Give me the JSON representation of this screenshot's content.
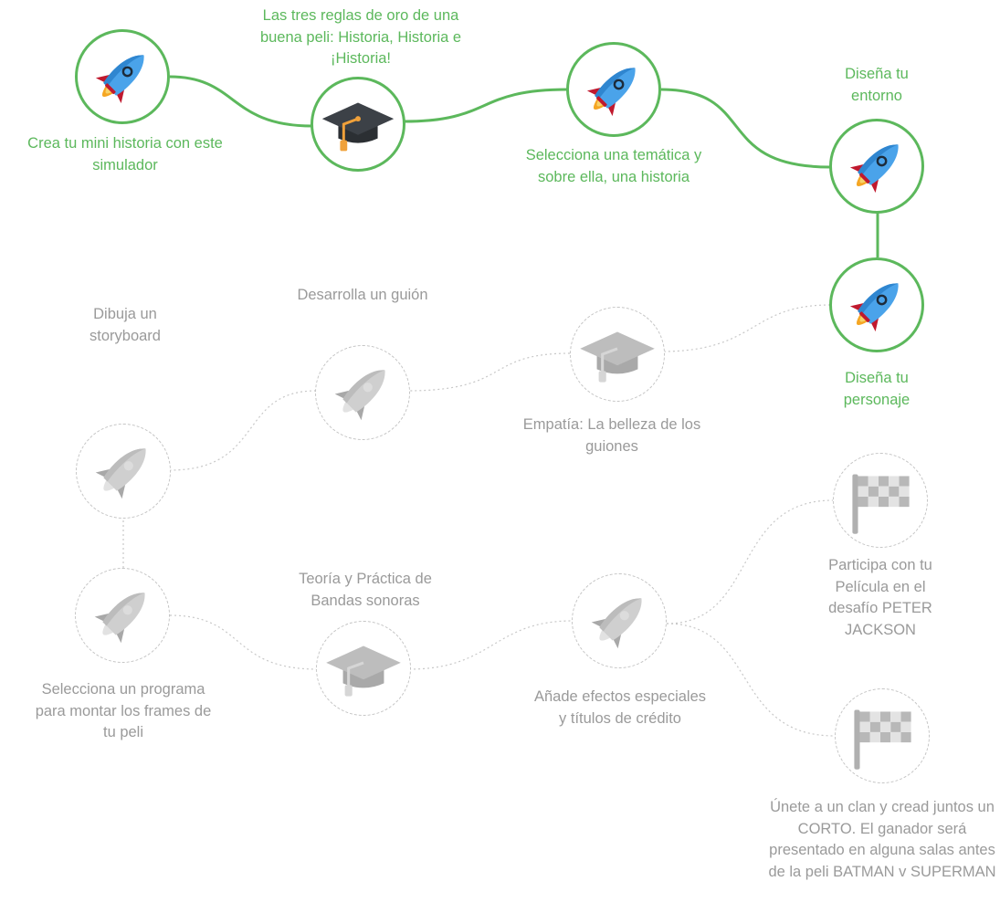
{
  "colors": {
    "done": "#5cb85c",
    "locked": "#c4c4c4",
    "locked_text": "#9a9a9a"
  },
  "steps": [
    {
      "id": "s1",
      "icon": "rocket-icon",
      "status": "done",
      "label": "Crea tu mini historia con este simulador"
    },
    {
      "id": "s2",
      "icon": "graduation-cap-icon",
      "status": "done",
      "label": "Las tres reglas de oro de una buena peli: Historia, Historia e ¡Historia!"
    },
    {
      "id": "s3",
      "icon": "rocket-icon",
      "status": "done",
      "label": "Selecciona una temática y sobre ella, una historia"
    },
    {
      "id": "s4",
      "icon": "rocket-icon",
      "status": "done",
      "label": "Diseña tu entorno"
    },
    {
      "id": "s5",
      "icon": "rocket-icon",
      "status": "done",
      "label": "Diseña tu personaje"
    },
    {
      "id": "s6",
      "icon": "graduation-cap-icon",
      "status": "locked",
      "label": "Empatía: La belleza de los guiones"
    },
    {
      "id": "s7",
      "icon": "rocket-icon",
      "status": "locked",
      "label": "Desarrolla un guión"
    },
    {
      "id": "s8",
      "icon": "rocket-icon",
      "status": "locked",
      "label": "Dibuja un storyboard"
    },
    {
      "id": "s9",
      "icon": "rocket-icon",
      "status": "locked",
      "label": "Selecciona un programa para montar los frames de tu peli"
    },
    {
      "id": "s10",
      "icon": "graduation-cap-icon",
      "status": "locked",
      "label": "Teoría y Práctica de Bandas sonoras"
    },
    {
      "id": "s11",
      "icon": "rocket-icon",
      "status": "locked",
      "label": "Añade efectos especiales y títulos de crédito"
    },
    {
      "id": "s12",
      "icon": "checkered-flag-icon",
      "status": "locked",
      "label": "Participa con tu Película en el desafío PETER JACKSON"
    },
    {
      "id": "s13",
      "icon": "checkered-flag-icon",
      "status": "locked",
      "label": "Únete a un clan y cread juntos un CORTO. El ganador será presentado en alguna salas antes de la peli BATMAN v SUPERMAN"
    }
  ]
}
